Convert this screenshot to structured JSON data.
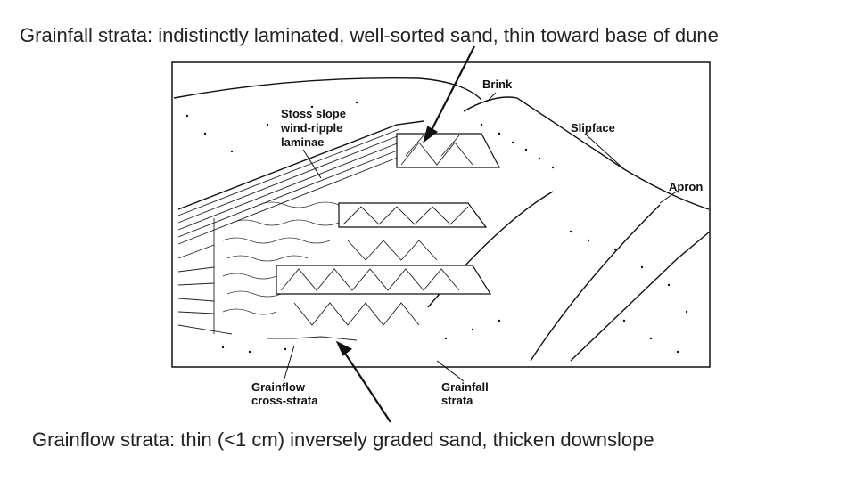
{
  "captions": {
    "top": "Grainfall strata: indistinctly laminated, well-sorted sand, thin toward base of dune",
    "bottom": "Grainflow strata: thin (<1 cm) inversely graded sand, thicken downslope"
  },
  "figure_labels": {
    "brink": "Brink",
    "slipface": "Slipface",
    "apron": "Apron",
    "stoss_1": "Stoss slope",
    "stoss_2": "wind-ripple",
    "stoss_3": "laminae",
    "grainflow_1": "Grainflow",
    "grainflow_2": "cross-strata",
    "grainfall_1": "Grainfall",
    "grainfall_2": "strata"
  }
}
